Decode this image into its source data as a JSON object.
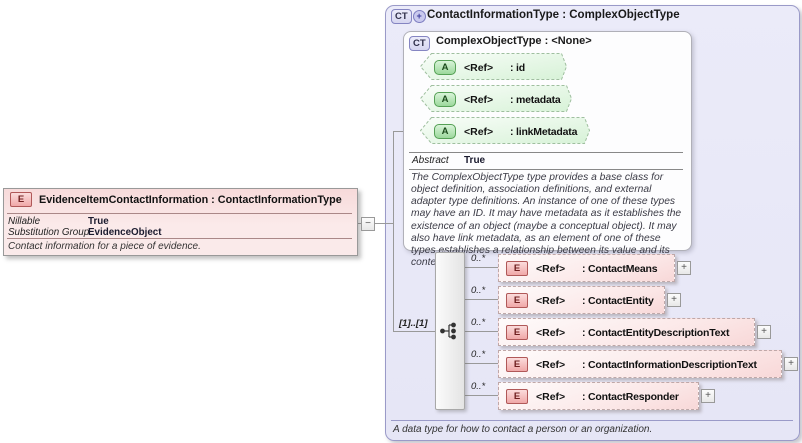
{
  "ui": {
    "plus": "+",
    "minus": "−"
  },
  "left_element": {
    "icon": "E",
    "title": "EvidenceItemContactInformation : ContactInformationType",
    "properties": [
      {
        "label": "Nillable",
        "value": "True"
      },
      {
        "label": "Substitution Group",
        "value": "EvidenceObject"
      }
    ],
    "description": "Contact information for a piece of evidence."
  },
  "type_box": {
    "icon": "CT",
    "title": "ContactInformationType : ComplexObjectType",
    "description": "A data type for how to contact a person or an organization.",
    "base_type": {
      "icon": "CT",
      "title": "ComplexObjectType : <None>",
      "attributes": [
        {
          "icon": "A",
          "ref": "<Ref>",
          "name": ": id"
        },
        {
          "icon": "A",
          "ref": "<Ref>",
          "name": ": metadata"
        },
        {
          "icon": "A",
          "ref": "<Ref>",
          "name": ": linkMetadata"
        }
      ],
      "abstract_label": "Abstract",
      "abstract_value": "True",
      "description": "The ComplexObjectType type provides a base class for object definition, association definitions, and external adapter type definitions. An instance of one of these types may have an ID. It may have metadata as it establishes the existence of an object (maybe a conceptual object). It may also have link metadata, as an element of one of these types establishes a relationship between its value and its context."
    },
    "sequence": {
      "cardinality": "[1]..[1]",
      "elements": [
        {
          "icon": "E",
          "ref": "<Ref>",
          "name": ": ContactMeans",
          "cardinality": "0..*"
        },
        {
          "icon": "E",
          "ref": "<Ref>",
          "name": ": ContactEntity",
          "cardinality": "0..*"
        },
        {
          "icon": "E",
          "ref": "<Ref>",
          "name": ": ContactEntityDescriptionText",
          "cardinality": "0..*"
        },
        {
          "icon": "E",
          "ref": "<Ref>",
          "name": ": ContactInformationDescriptionText",
          "cardinality": "0..*"
        },
        {
          "icon": "E",
          "ref": "<Ref>",
          "name": ": ContactResponder",
          "cardinality": "0..*"
        }
      ]
    }
  }
}
